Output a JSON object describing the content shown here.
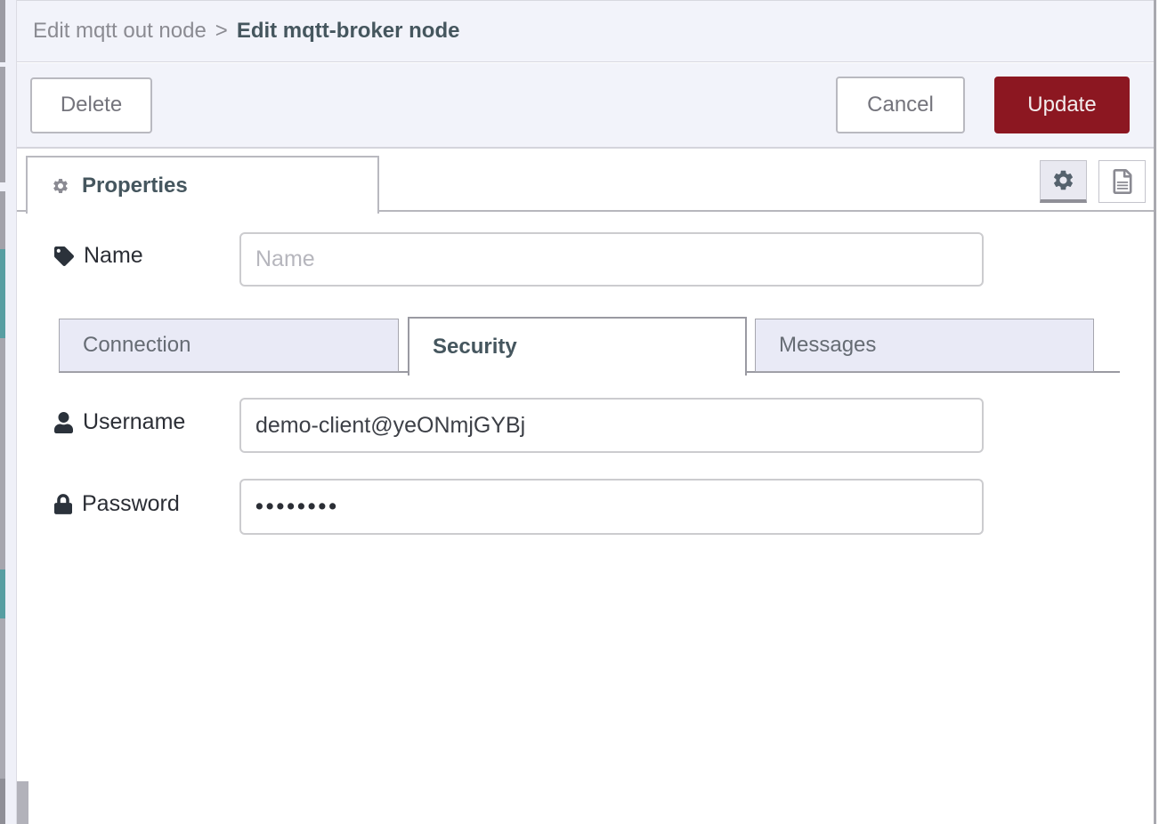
{
  "colors": {
    "accent_red": "#8c1721",
    "panel_bg": "#f2f3fa",
    "active_text": "#45565e",
    "inactive_tab_bg": "#e9eaf6",
    "palette_teal": "#579ea2"
  },
  "breadcrumb": {
    "parent": "Edit mqtt out node",
    "separator": ">",
    "current": "Edit mqtt-broker node"
  },
  "header_buttons": {
    "delete": "Delete",
    "cancel": "Cancel",
    "update": "Update"
  },
  "editor_tabs": {
    "properties": "Properties"
  },
  "form": {
    "name": {
      "label": "Name",
      "placeholder": "Name",
      "value": ""
    },
    "section_tabs": [
      {
        "label": "Connection",
        "active": false
      },
      {
        "label": "Security",
        "active": true
      },
      {
        "label": "Messages",
        "active": false
      }
    ],
    "username": {
      "label": "Username",
      "value": "demo-client@yeONmjGYBj"
    },
    "password": {
      "label": "Password",
      "value": "••••••••"
    }
  }
}
